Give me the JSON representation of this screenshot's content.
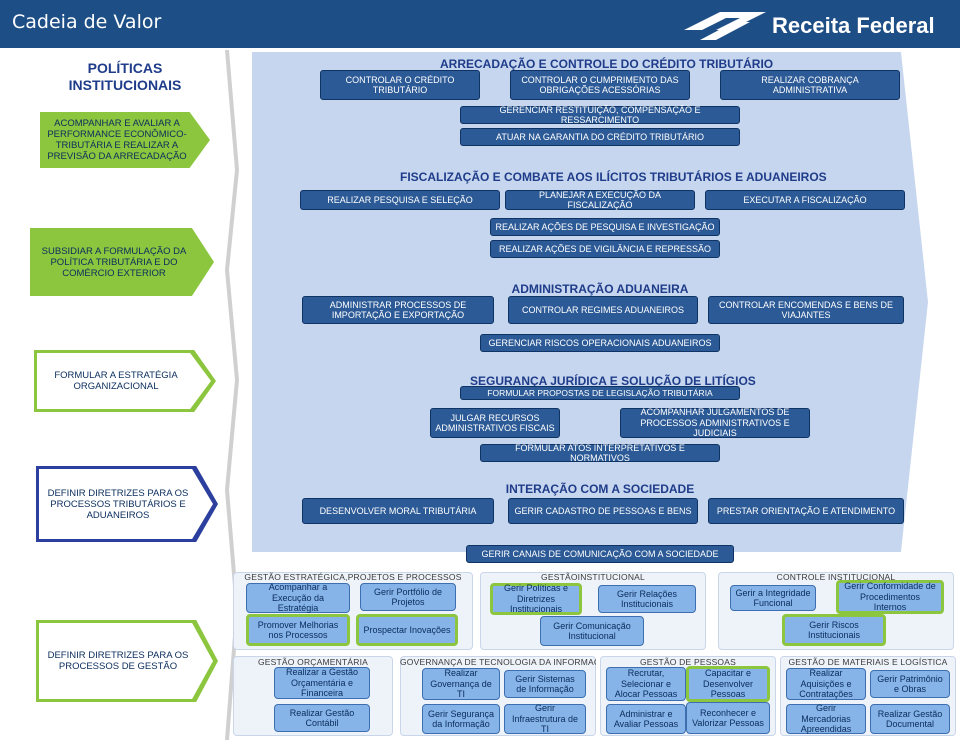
{
  "header": {
    "title": "Cadeia de Valor",
    "logo_text": "Receita Federal"
  },
  "left": {
    "pol_title": "POLÍTICAS\nINSTITUCIONAIS",
    "items": [
      "ACOMPANHAR E AVALIAR A PERFORMANCE ECONÔMICO-TRIBUTÁRIA E REALIZAR A PREVISÃO DA ARRECADAÇÃO",
      "SUBSIDIAR A FORMULAÇÃO DA POLÍTICA TRIBUTÁRIA E DO COMÉRCIO EXTERIOR",
      "FORMULAR A ESTRATÉGIA ORGANIZACIONAL",
      "DEFINIR DIRETRIZES PARA OS PROCESSOS TRIBUTÁRIOS E ADUANEIROS",
      "DEFINIR DIRETRIZES PARA OS PROCESSOS DE GESTÃO"
    ]
  },
  "arrecadacao": {
    "title": "ARRECADAÇÃO E CONTROLE DO CRÉDITO TRIBUTÁRIO",
    "boxes": [
      "CONTROLAR O CRÉDITO TRIBUTÁRIO",
      "CONTROLAR O CUMPRIMENTO DAS OBRIGAÇÕES ACESSÓRIAS",
      "REALIZAR COBRANÇA ADMINISTRATIVA",
      "GERENCIAR RESTITUIÇÃO, COMPENSAÇÃO E RESSARCIMENTO",
      "ATUAR NA GARANTIA DO CRÉDITO TRIBUTÁRIO"
    ]
  },
  "fiscalizacao": {
    "title": "FISCALIZAÇÃO E COMBATE AOS ILÍCITOS TRIBUTÁRIOS E ADUANEIROS",
    "boxes": [
      "REALIZAR PESQUISA E SELEÇÃO",
      "PLANEJAR A EXECUÇÃO DA FISCALIZAÇÃO",
      "EXECUTAR A FISCALIZAÇÃO",
      "REALIZAR AÇÕES DE PESQUISA E INVESTIGAÇÃO",
      "REALIZAR AÇÕES DE VIGILÂNCIA E REPRESSÃO"
    ]
  },
  "aduaneira": {
    "title": "ADMINISTRAÇÃO ADUANEIRA",
    "boxes": [
      "ADMINISTRAR PROCESSOS DE IMPORTAÇÃO E EXPORTAÇÃO",
      "CONTROLAR REGIMES ADUANEIROS",
      "CONTROLAR ENCOMENDAS E BENS DE VIAJANTES",
      "GERENCIAR RISCOS OPERACIONAIS ADUANEIROS"
    ]
  },
  "seguranca": {
    "title": "SEGURANÇA JURÍDICA E SOLUÇÃO DE LITÍGIOS",
    "boxes": [
      "FORMULAR PROPOSTAS DE LEGISLAÇÃO TRIBUTÁRIA",
      "JULGAR RECURSOS ADMINISTRATIVOS FISCAIS",
      "ACOMPANHAR JULGAMENTOS DE PROCESSOS ADMINISTRATIVOS E JUDICIAIS",
      "FORMULAR ATOS INTERPRETATIVOS E NORMATIVOS"
    ]
  },
  "interacao": {
    "title": "INTERAÇÃO COM A SOCIEDADE",
    "boxes": [
      "DESENVOLVER MORAL TRIBUTÁRIA",
      "GERIR CADASTRO DE PESSOAS E BENS",
      "PRESTAR ORIENTAÇÃO E ATENDIMENTO",
      "GERIR CANAIS DE COMUNICAÇÃO COM A SOCIEDADE"
    ]
  },
  "gestao": {
    "estrategica": {
      "title": "GESTÃO ESTRATÉGICA,PROJETOS E PROCESSOS",
      "items": [
        "Acompanhar a Execução da Estratégia",
        "Gerir Portfólio de Projetos",
        "Promover Melhorias nos Processos",
        "Prospectar Inovações"
      ]
    },
    "institucional": {
      "title": "GESTÃOINSTITUCIONAL",
      "items": [
        "Gerir Políticas e Diretrizes Institucionais",
        "Gerir Relações Institucionais",
        "Gerir Comunicação Institucional"
      ]
    },
    "controle": {
      "title": "CONTROLE INSTITUCIONAL",
      "items": [
        "Gerir a Integridade Funcional",
        "Gerir Conformidade de Procedimentos Internos",
        "Gerir Riscos Institucionais"
      ]
    },
    "orcamentaria": {
      "title": "GESTÃO ORÇAMENTÁRIA",
      "items": [
        "Realizar a Gestão Orçamentária e Financeira",
        "Realizar Gestão Contábil"
      ]
    },
    "ti": {
      "title": "GOVERNANÇA DE TECNOLOGIA DA INFORMAÇÃO",
      "items": [
        "Realizar Governança de TI",
        "Gerir Sistemas de Informação",
        "Gerir Segurança da Informação",
        "Gerir Infraestrutura de TI"
      ]
    },
    "pessoas": {
      "title": "GESTÃO DE PESSOAS",
      "items": [
        "Recrutar, Selecionar e Alocar Pessoas",
        "Capacitar e Desenvolver Pessoas",
        "Administrar e Avaliar Pessoas",
        "Reconhecer e Valorizar Pessoas"
      ]
    },
    "materiais": {
      "title": "GESTÃO DE MATERIAIS E LOGÍSTICA",
      "items": [
        "Realizar Aquisições e Contratações",
        "Gerir Patrimônio e Obras",
        "Gerir Mercadorias Apreendidas",
        "Realizar Gestão Documental"
      ]
    }
  },
  "colors": {
    "header": "#1e4e86",
    "box": "#2c5a96",
    "band": "#c6d6ee",
    "green": "#8cc63e",
    "light_box": "#86b3e8"
  }
}
